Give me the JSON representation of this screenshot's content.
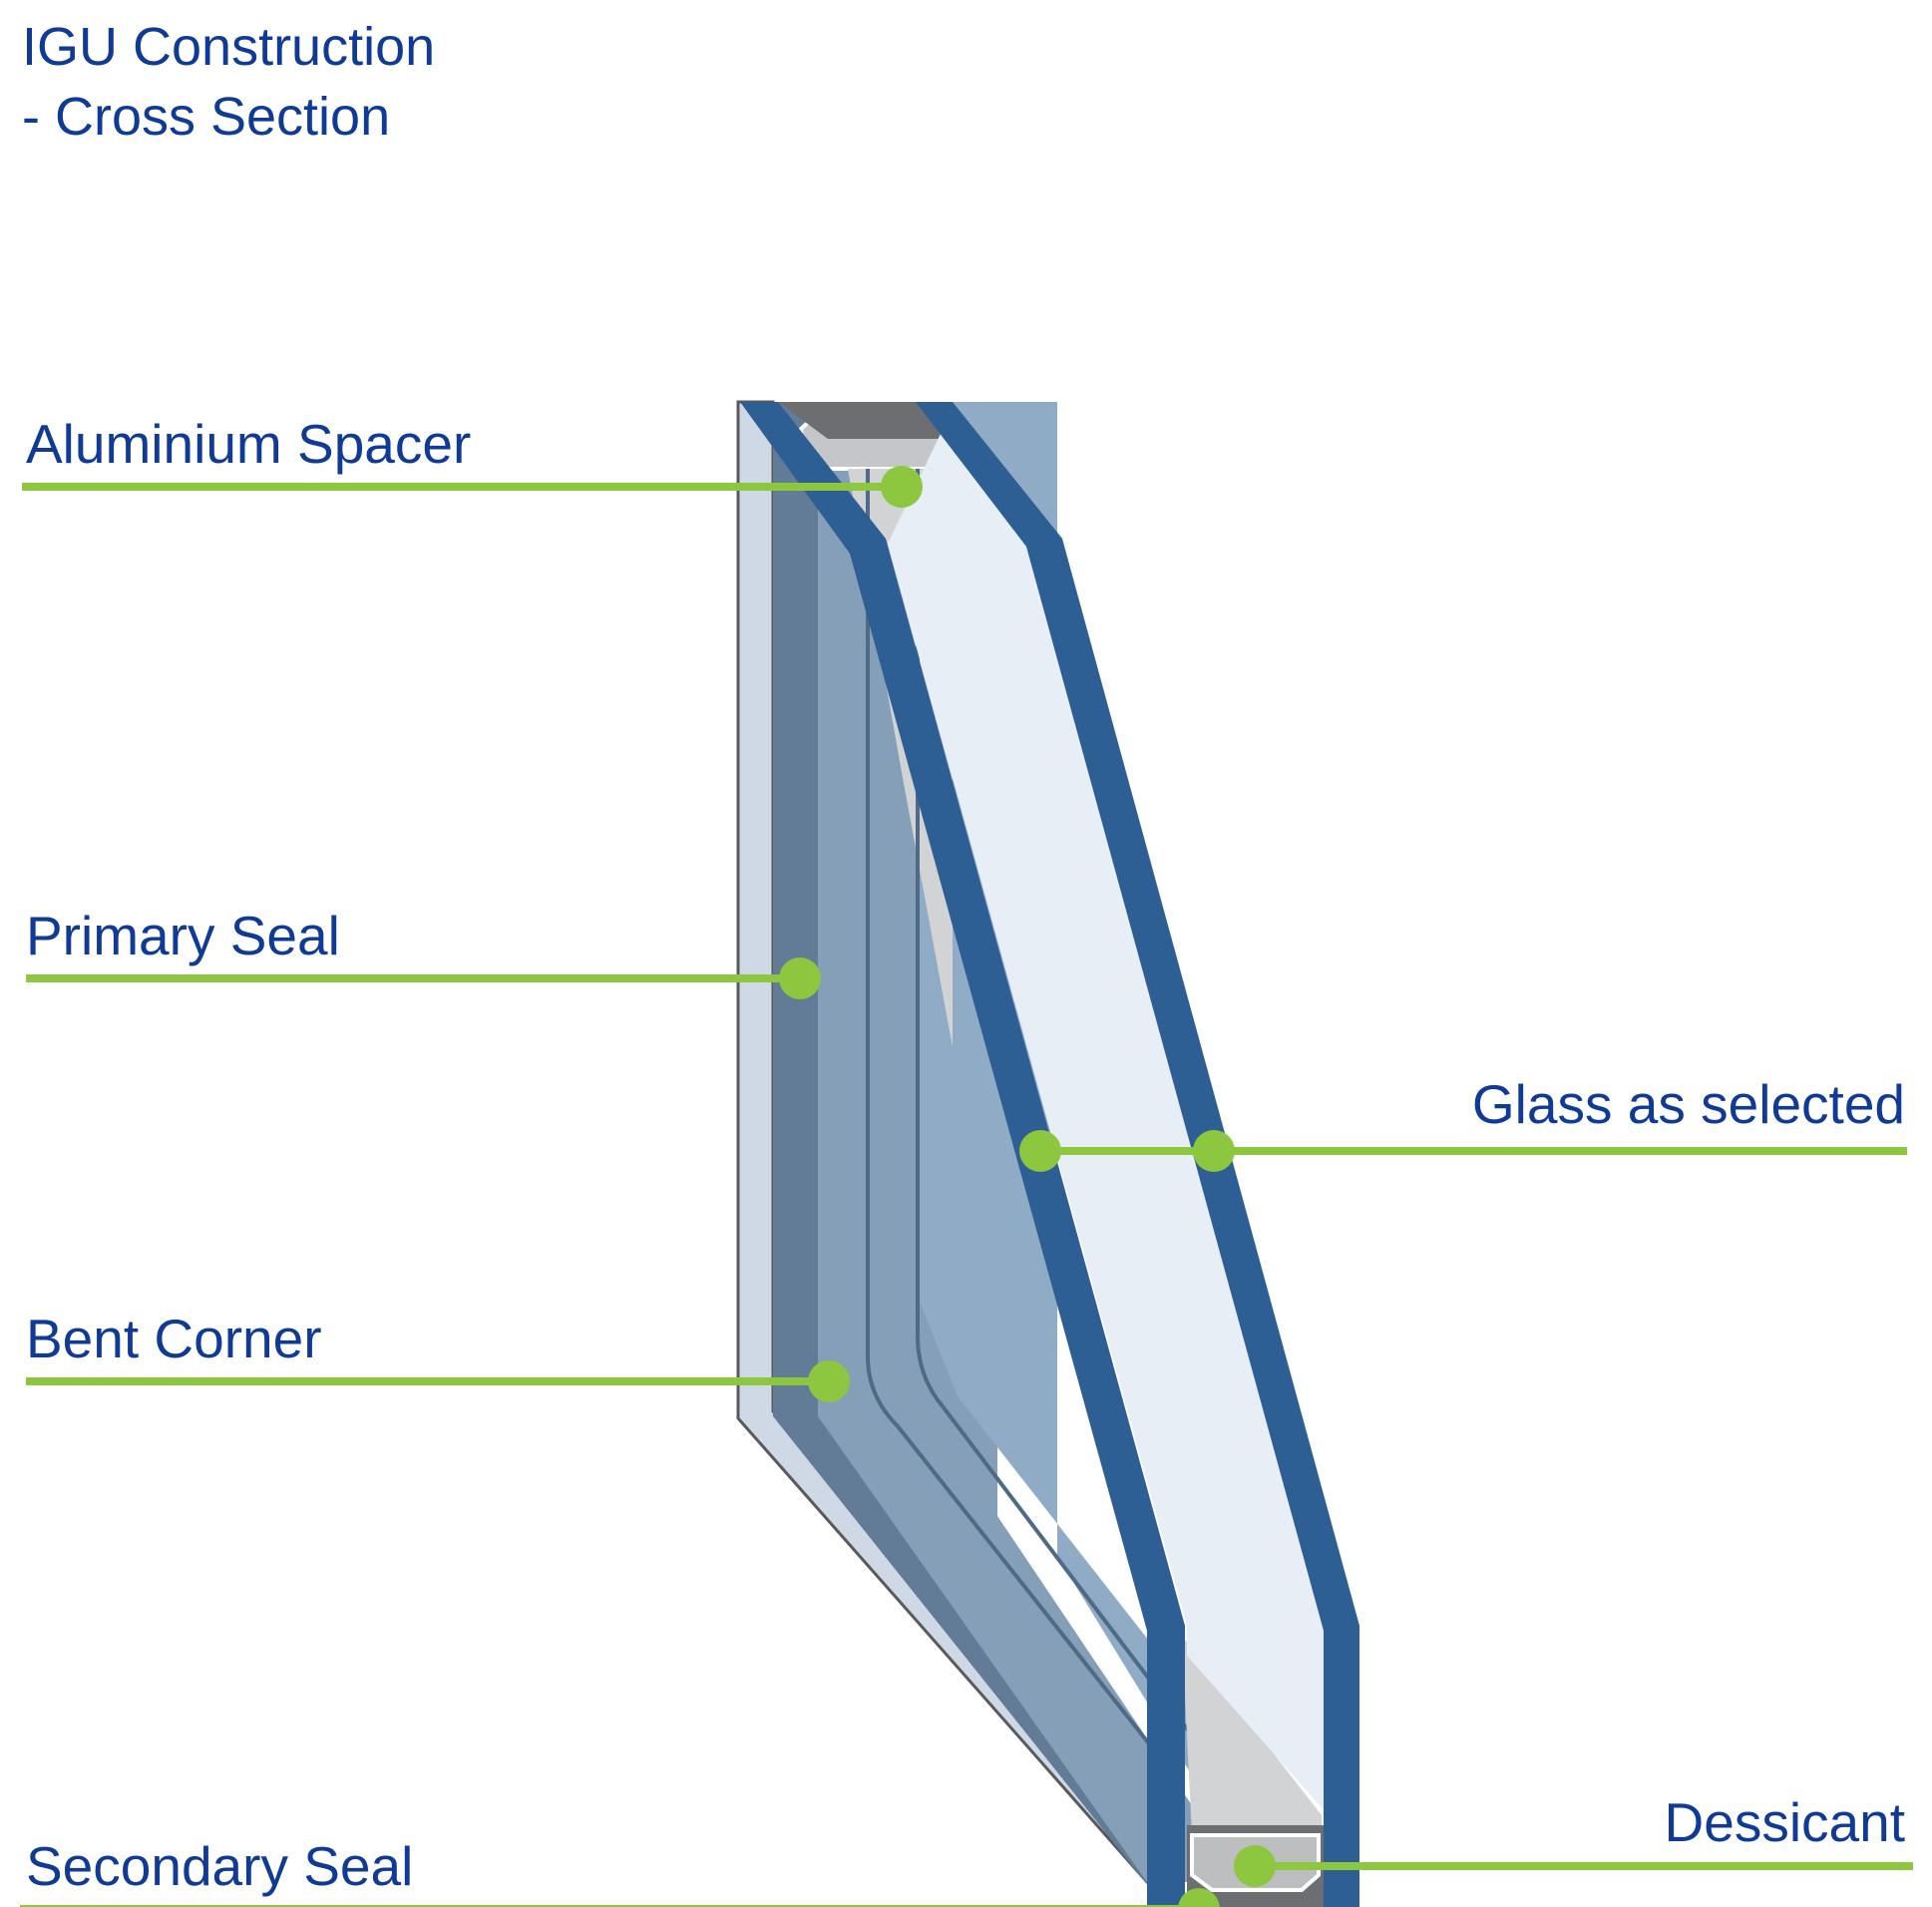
{
  "diagram": {
    "title_line1": "IGU Construction",
    "title_line2": "- Cross Section",
    "labels": {
      "aluminium_spacer": "Aluminium Spacer",
      "primary_seal": "Primary Seal",
      "bent_corner": "Bent Corner",
      "secondary_seal": "Secondary Seal",
      "glass_as_selected": "Glass as selected",
      "dessicant": "Dessicant"
    },
    "colors": {
      "text": "#0f3a96",
      "leader": "#8dc63f",
      "glass_edge": "#2d5f95",
      "outer_glass": "#cfd9e6",
      "inner_glass": "#e8eef6",
      "primary_seal": "#627b96",
      "spacer_face": "#869fb8",
      "cavity": "#90abc6",
      "spacer_metal": "#d2d3d5",
      "secondary_seal": "#6d6e71"
    }
  }
}
